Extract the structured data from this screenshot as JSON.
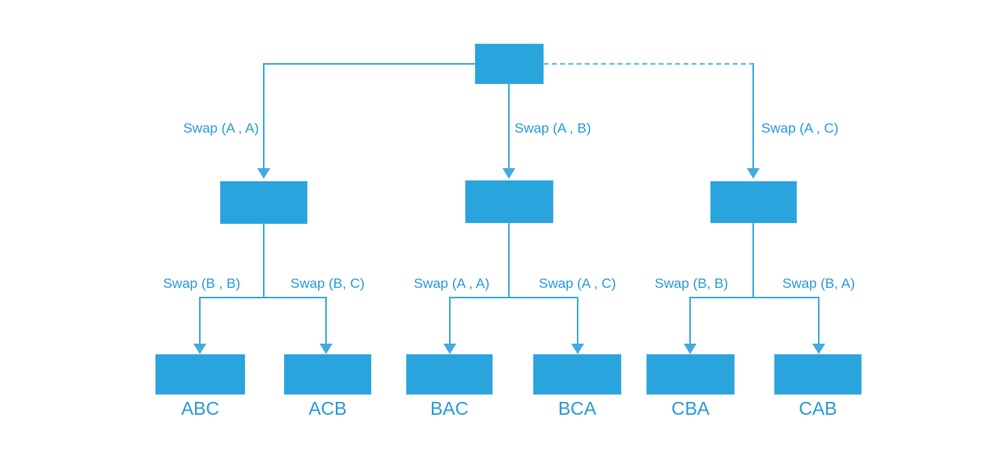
{
  "diagram": {
    "type": "tree",
    "description": "String permutation tree generated by swap operations",
    "colors": {
      "node_fill": "#29A4DC",
      "line": "#44ABDF",
      "dashed_line": "#5FBCE8",
      "label_text": "#2B9CD9"
    },
    "level1_edges": [
      {
        "label": "Swap (A , A)"
      },
      {
        "label": "Swap (A , B)"
      },
      {
        "label": "Swap (A , C)"
      }
    ],
    "level2_edges": [
      {
        "label": "Swap (B , B)"
      },
      {
        "label": "Swap (B, C)"
      },
      {
        "label": "Swap (A , A)"
      },
      {
        "label": "Swap (A , C)"
      },
      {
        "label": "Swap (B, B)"
      },
      {
        "label": "Swap (B, A)"
      }
    ],
    "leaves": [
      {
        "label": "ABC"
      },
      {
        "label": "ACB"
      },
      {
        "label": "BAC"
      },
      {
        "label": "BCA"
      },
      {
        "label": "CBA"
      },
      {
        "label": "CAB"
      }
    ]
  }
}
